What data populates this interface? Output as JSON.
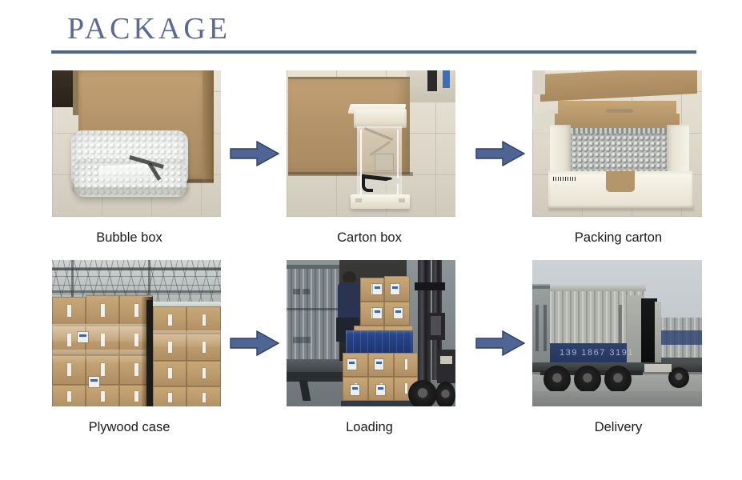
{
  "page": {
    "title": "PACKAGE",
    "background_color": "#ffffff"
  },
  "theme": {
    "title_color": "#5a6a92",
    "rule_color": "#51648f",
    "arrow_color": "#4f6694",
    "arrow_outline_color": "#2f3f63",
    "caption_color": "#1a1a1a"
  },
  "steps": [
    {
      "id": "bubble-box",
      "caption": "Bubble box",
      "photo_alt": "bubble-wrapped product on tiled floor in front of a cardboard box",
      "arrow_after": true
    },
    {
      "id": "carton-box",
      "caption": "Carton box",
      "photo_alt": "plastic-wrapped unit with white foam end caps standing in front of a carton",
      "arrow_after": true
    },
    {
      "id": "packing-carton",
      "caption": "Packing carton",
      "photo_alt": "open carton containing bubble-wrapped product with foam end protectors",
      "arrow_after": false
    },
    {
      "id": "plywood-case",
      "caption": "Plywood case",
      "photo_alt": "stacked cartons in a warehouse under a steel roof truss",
      "arrow_after": true
    },
    {
      "id": "loading",
      "caption": "Loading",
      "photo_alt": "forklift loading a blue-strapped pallet of cartons into a truck",
      "arrow_after": true
    },
    {
      "id": "delivery",
      "caption": "Delivery",
      "photo_alt": "shipping containers on trailers with a painted number on the side",
      "arrow_after": false
    }
  ],
  "photo_text": {
    "container_number": "139 1867 3191"
  },
  "icons": {
    "arrow": "right-arrow-icon"
  }
}
